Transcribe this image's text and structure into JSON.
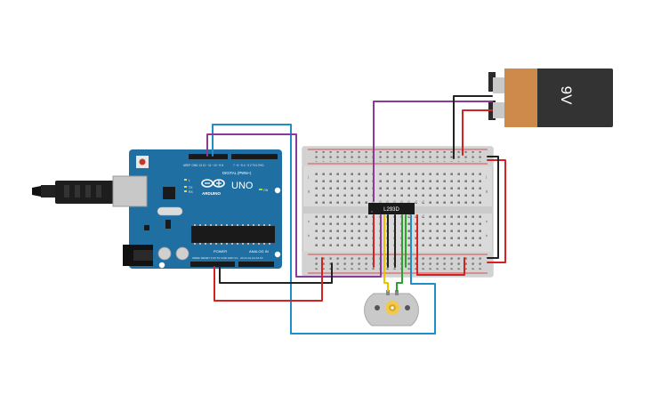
{
  "arduino": {
    "brand": "ARDUINO",
    "model": "UNO",
    "digital_label": "DIGITAL (PWM~)",
    "power_label": "POWER",
    "analog_label": "ANALOG IN",
    "on_label": "ON",
    "tx_label": "TX",
    "rx_label": "RX",
    "l_label": "L",
    "board_color": "#1f6fa3"
  },
  "battery": {
    "label": "9V",
    "body_color": "#333333",
    "band_color": "#cd8a4a"
  },
  "driver_chip": {
    "label": "L293D"
  },
  "motor": {
    "hub_color": "#f2c94c"
  },
  "wires": {
    "blue": "#1e90c8",
    "purple": "#8b3a9a",
    "black": "#222222",
    "red": "#d42222",
    "yellow": "#e8c400",
    "green": "#2aa12a"
  }
}
